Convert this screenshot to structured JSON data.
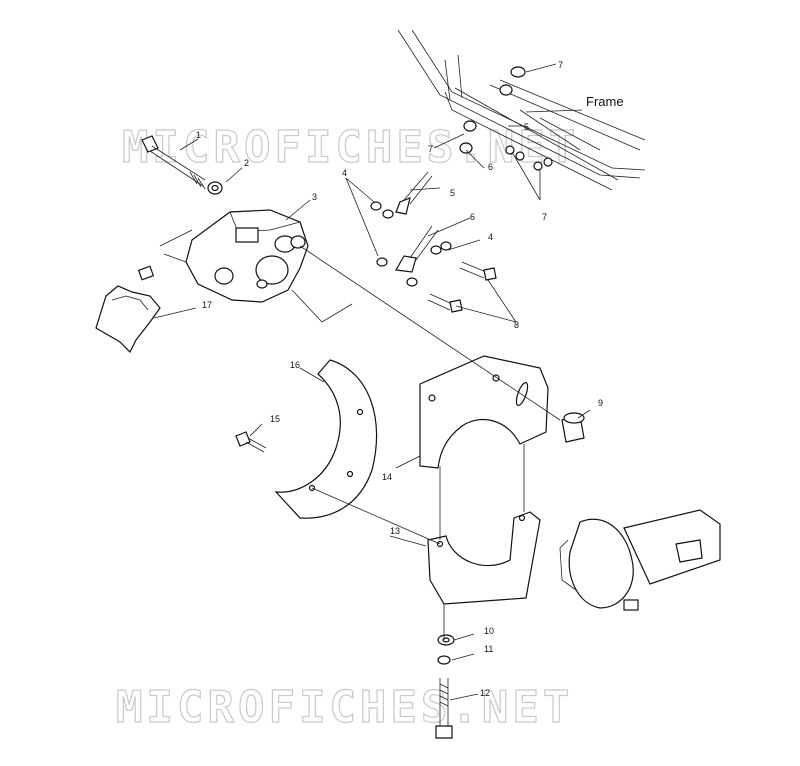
{
  "frame_label": "Frame",
  "watermark": "MICROFICHES.NET",
  "callouts": [
    "1",
    "2",
    "3",
    "4",
    "4",
    "5",
    "5",
    "6",
    "6",
    "7",
    "7",
    "7",
    "8",
    "9",
    "10",
    "11",
    "12",
    "13",
    "14",
    "15",
    "16",
    "17"
  ]
}
